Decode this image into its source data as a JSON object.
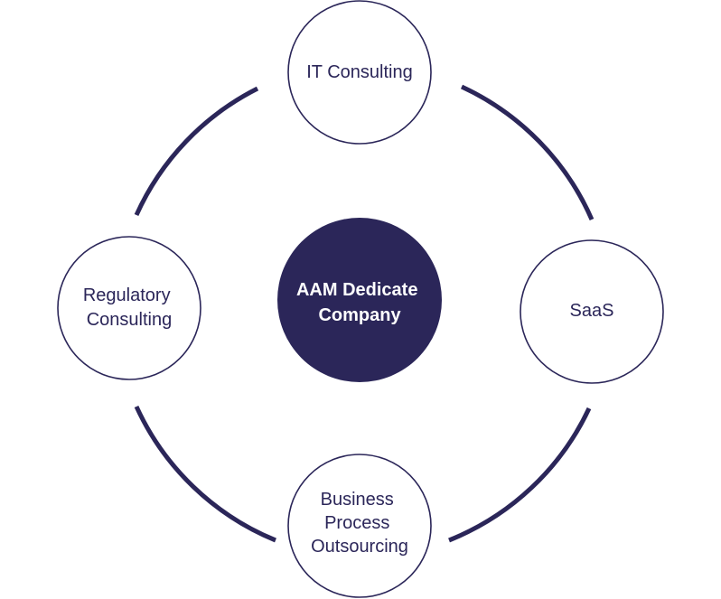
{
  "colors": {
    "primary": "#2b2659",
    "background": "#ffffff",
    "center_text": "#ffffff"
  },
  "center": {
    "lines": [
      "AAM Dedicate",
      "Company"
    ]
  },
  "nodes": {
    "top": {
      "lines": [
        "IT Consulting"
      ]
    },
    "right": {
      "lines": [
        "SaaS"
      ]
    },
    "bottom": {
      "lines": [
        "Business",
        "Process",
        "Outsourcing"
      ]
    },
    "left": {
      "lines": [
        "Regulatory",
        "Consulting"
      ]
    }
  }
}
